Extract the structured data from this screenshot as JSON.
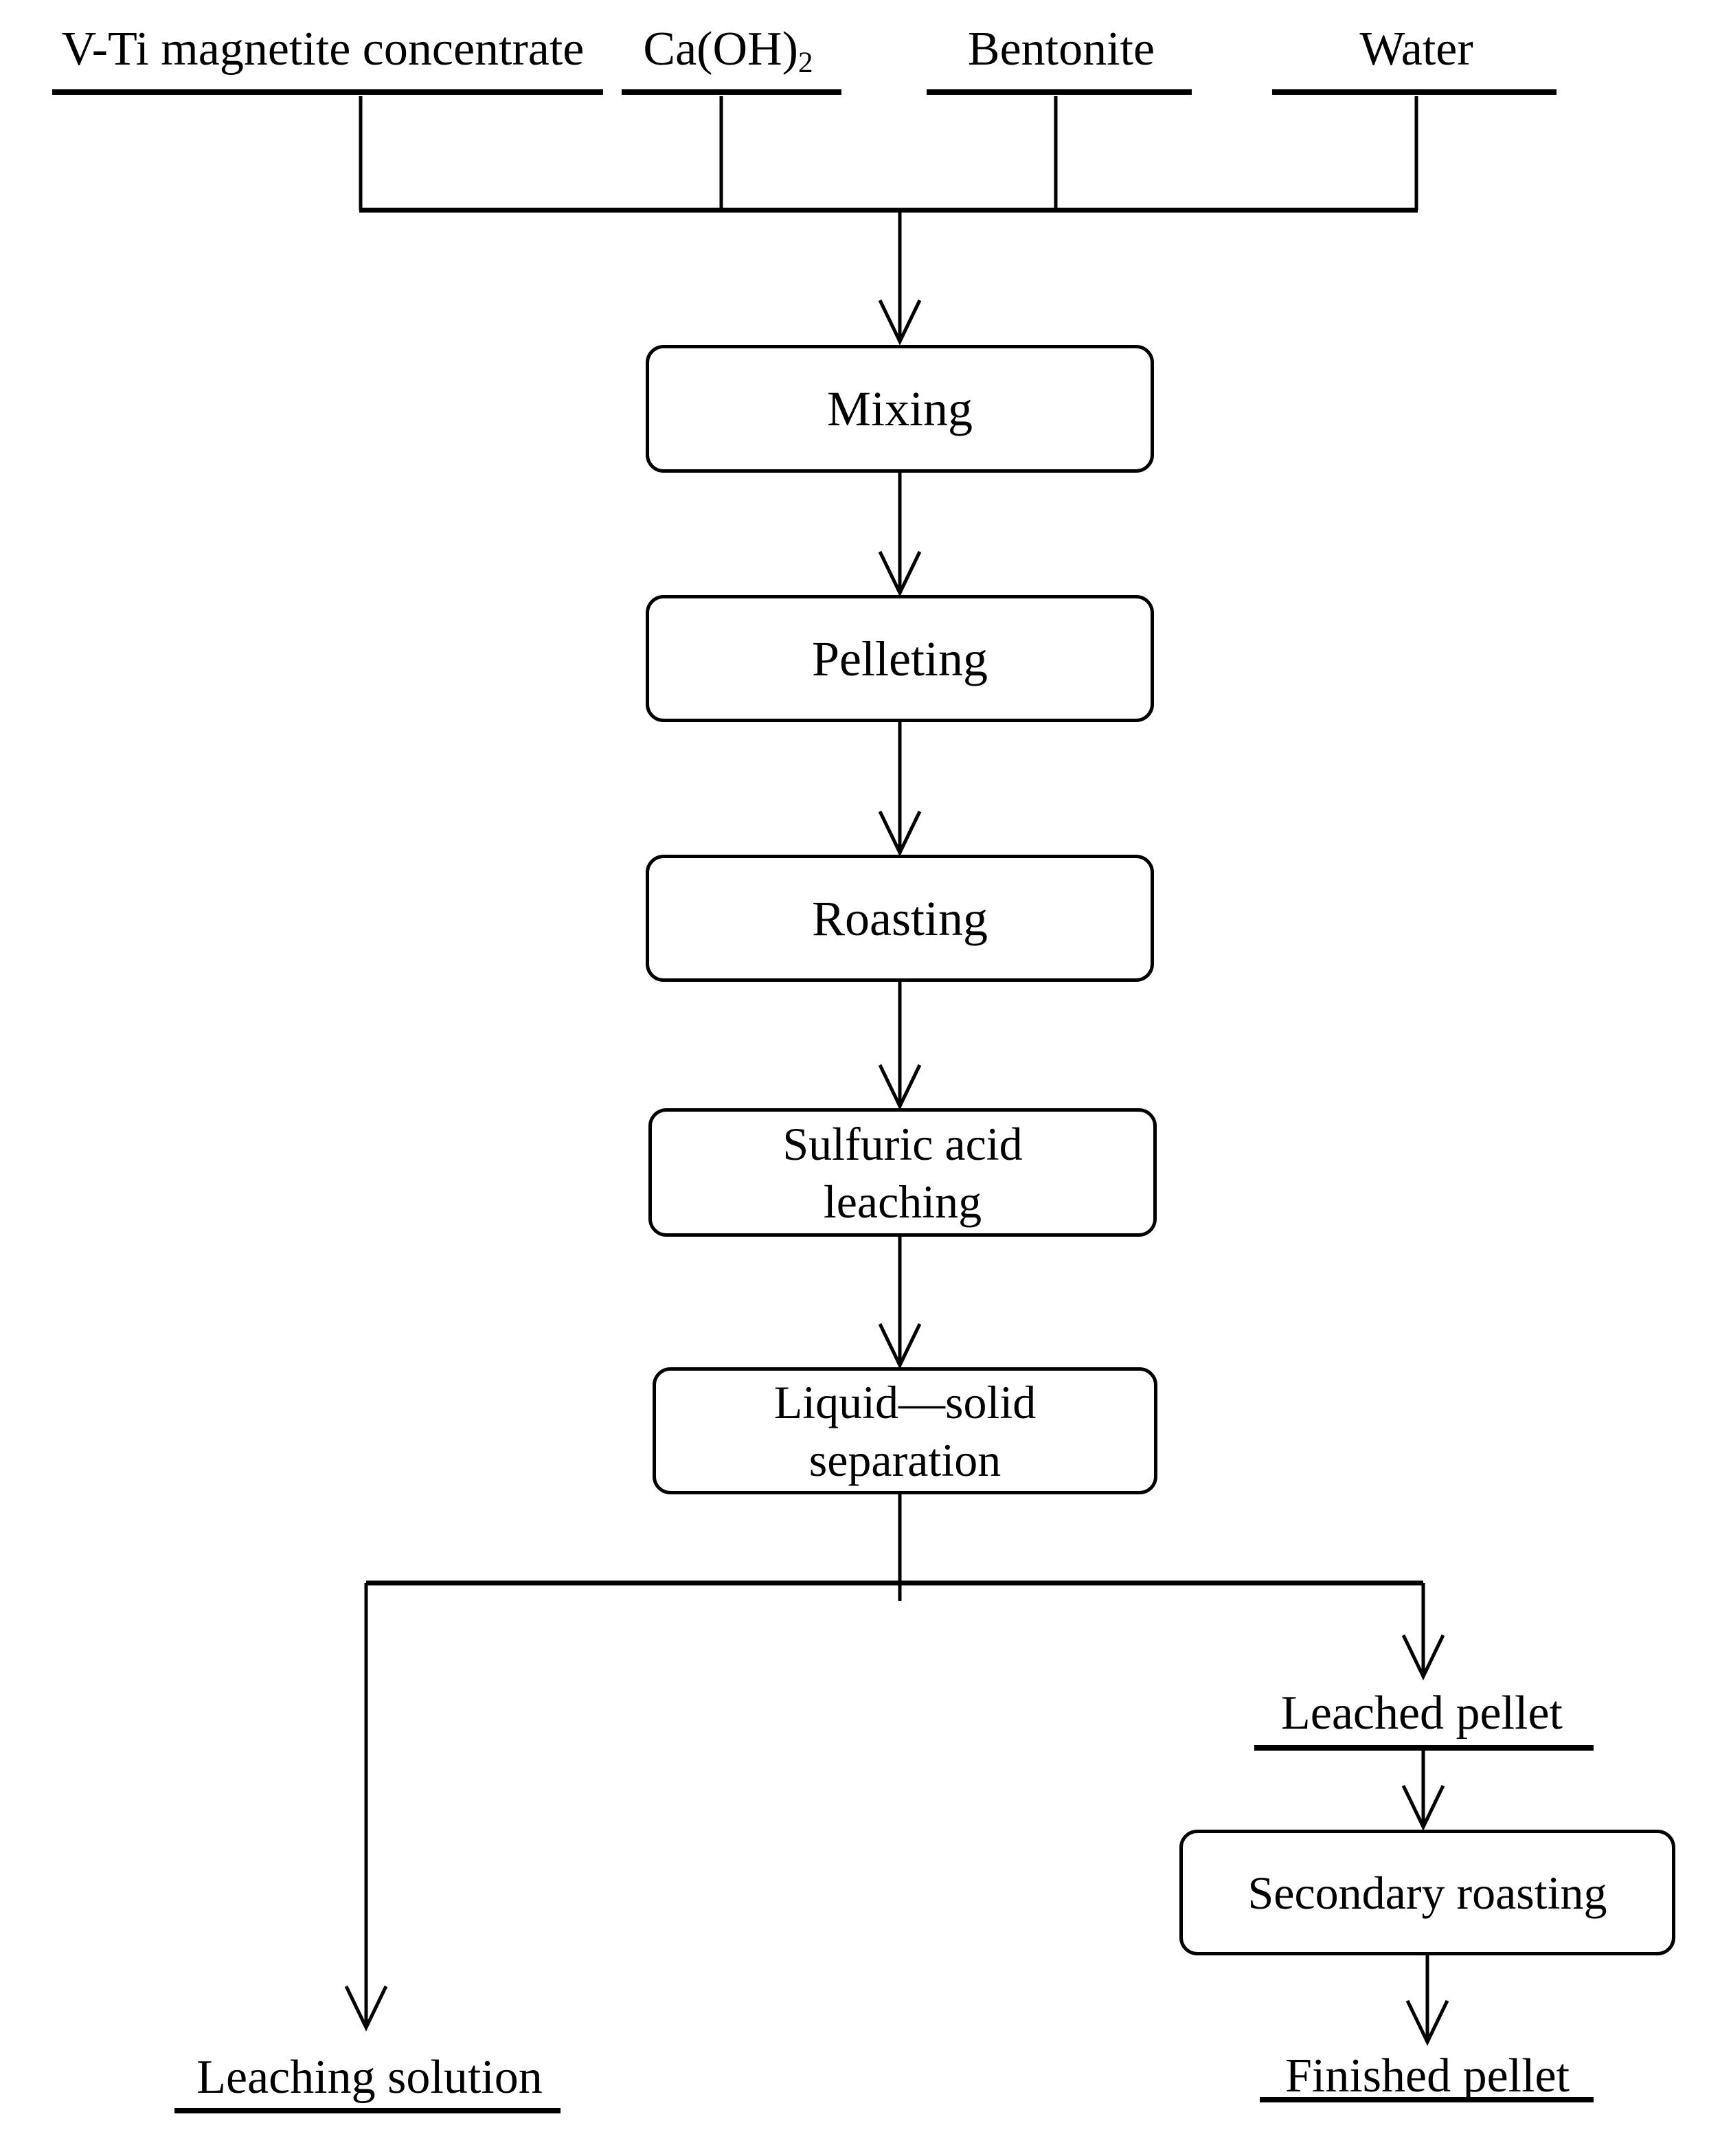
{
  "title": "V-Ti magnetite pellet leaching process flowchart",
  "inputs": {
    "vti": "V-Ti magnetite concentrate",
    "caoh_base": "Ca(OH)",
    "caoh_sub": "2",
    "bentonite": "Bentonite",
    "water": "Water"
  },
  "steps": {
    "mixing": "Mixing",
    "pelleting": "Pelleting",
    "roasting": "Roasting",
    "sulfuric_line1": "Sulfuric acid",
    "sulfuric_line2": "leaching",
    "liquid_line1": "Liquid—solid",
    "liquid_line2": "separation",
    "secondary_roasting": "Secondary roasting"
  },
  "outputs": {
    "leaching_solution": "Leaching solution",
    "leached_pellet": "Leached pellet",
    "finished_pellet": "Finished pellet"
  },
  "colors": {
    "line": "#000000",
    "background": "#ffffff"
  }
}
